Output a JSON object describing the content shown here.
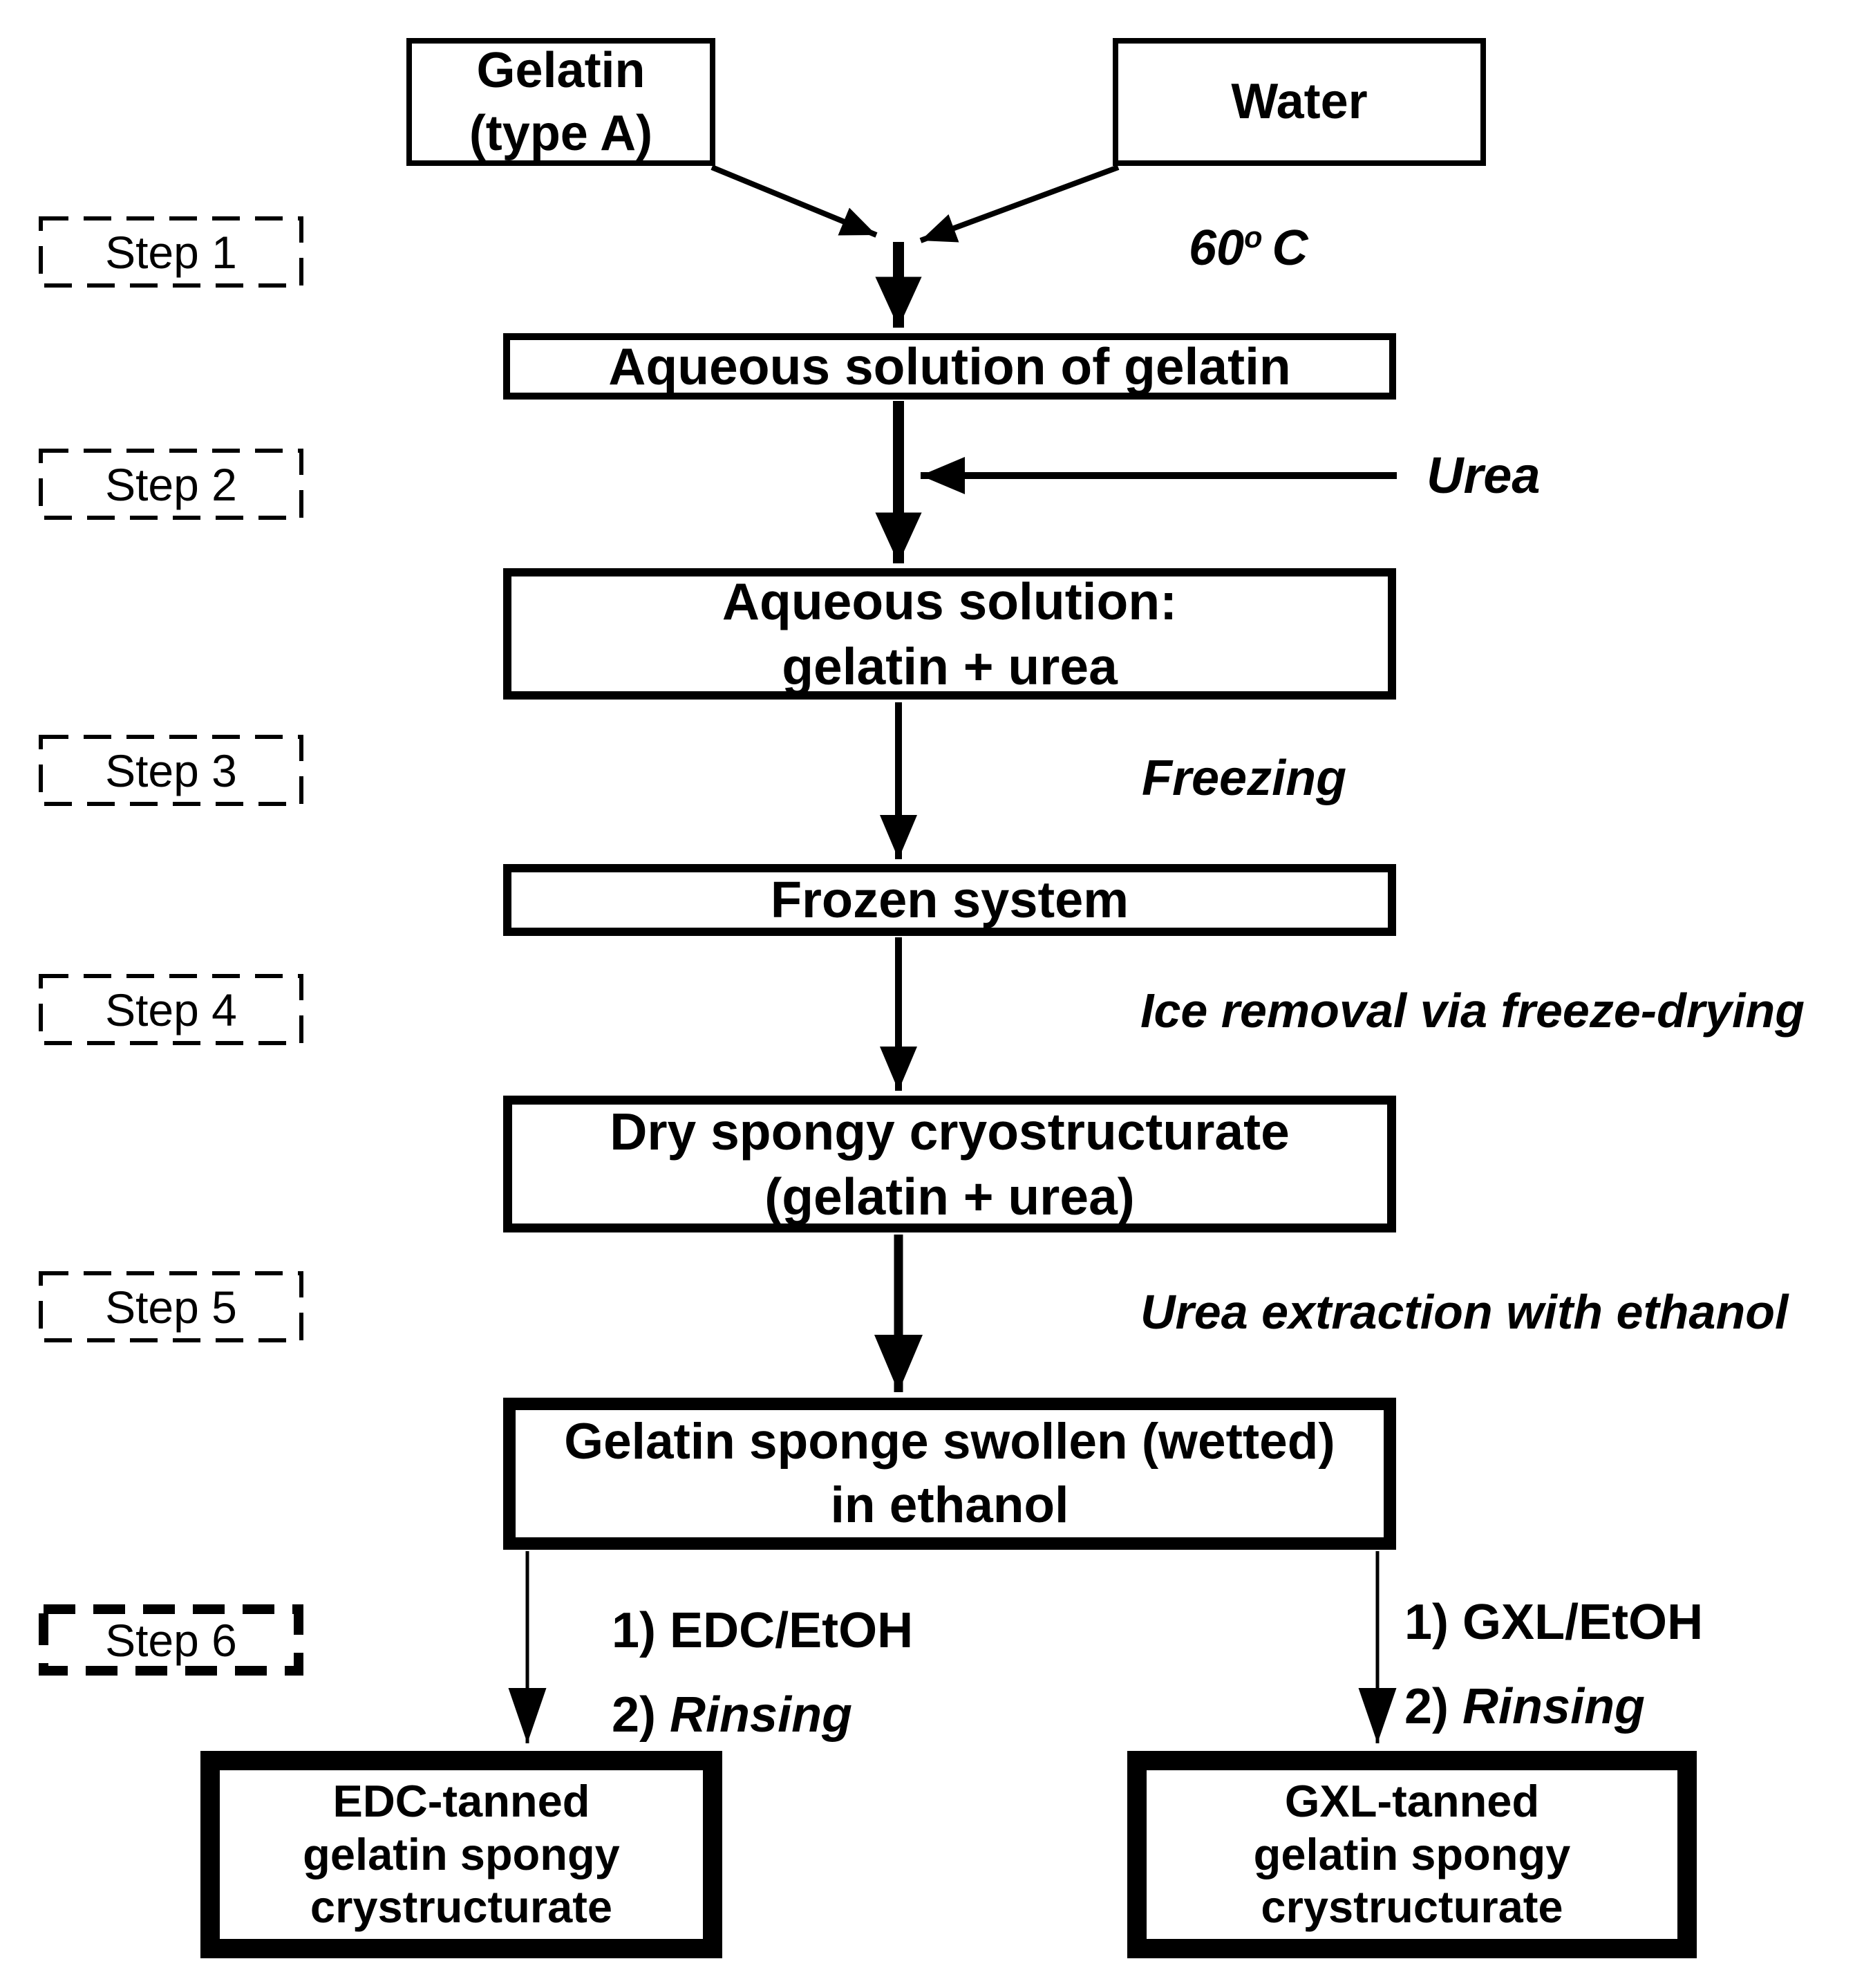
{
  "diagram": {
    "background": "#ffffff",
    "ink": "#000000",
    "nodes": {
      "gelatin": {
        "line1": "Gelatin",
        "line2": "(type A)"
      },
      "water": {
        "label": "Water"
      },
      "aqueous_gelatin": {
        "label": "Aqueous solution of gelatin"
      },
      "aqueous_gelatin_urea": {
        "line1": "Aqueous solution:",
        "line2": "gelatin + urea"
      },
      "frozen_system": {
        "label": "Frozen system"
      },
      "dry_cryostructurate": {
        "line1": "Dry spongy cryostructurate",
        "line2": "(gelatin + urea)"
      },
      "sponge_in_ethanol": {
        "line1": "Gelatin sponge swollen (wetted)",
        "line2": "in ethanol"
      },
      "edc_product": {
        "line1": "EDC-tanned",
        "line2": "gelatin spongy",
        "line3": "crystructurate"
      },
      "gxl_product": {
        "line1": "GXL-tanned",
        "line2": "gelatin spongy",
        "line3": "crystructurate"
      }
    },
    "steps": {
      "s1": "Step 1",
      "s2": "Step 2",
      "s3": "Step 3",
      "s4": "Step 4",
      "s5": "Step 5",
      "s6": "Step 6"
    },
    "annotations": {
      "temperature_value": "60",
      "temperature_sup": "o",
      "temperature_unit": "C",
      "urea_feed": "Urea",
      "freezing": "Freezing",
      "ice_removal": "Ice removal via freeze-drying",
      "urea_extraction": "Urea extraction with ethanol"
    },
    "branches": {
      "edc": {
        "step1_num": "1)",
        "step1_text": "EDC/EtOH",
        "step2_num": "2)",
        "step2_text": "Rinsing"
      },
      "gxl": {
        "step1_num": "1)",
        "step1_text": "GXL/EtOH",
        "step2_num": "2)",
        "step2_text": "Rinsing"
      }
    }
  }
}
